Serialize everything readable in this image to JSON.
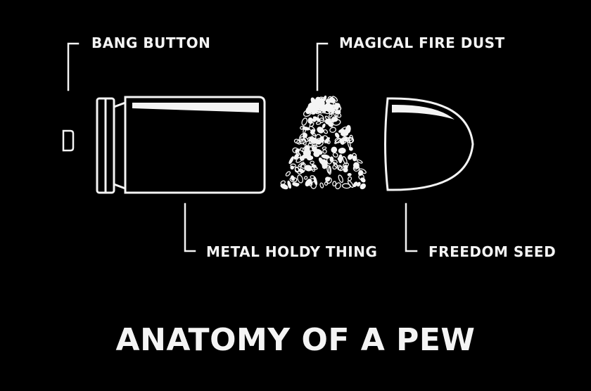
{
  "labels": {
    "bang_button": "BANG BUTTON",
    "magical_fire_dust": "MAGICAL FIRE DUST",
    "metal_holdy_thing": "METAL HOLDY THING",
    "freedom_seed": "FREEDOM SEED"
  },
  "title": "ANATOMY OF A PEW",
  "colors": {
    "background": "#000000",
    "line": "#f4f4f4"
  }
}
